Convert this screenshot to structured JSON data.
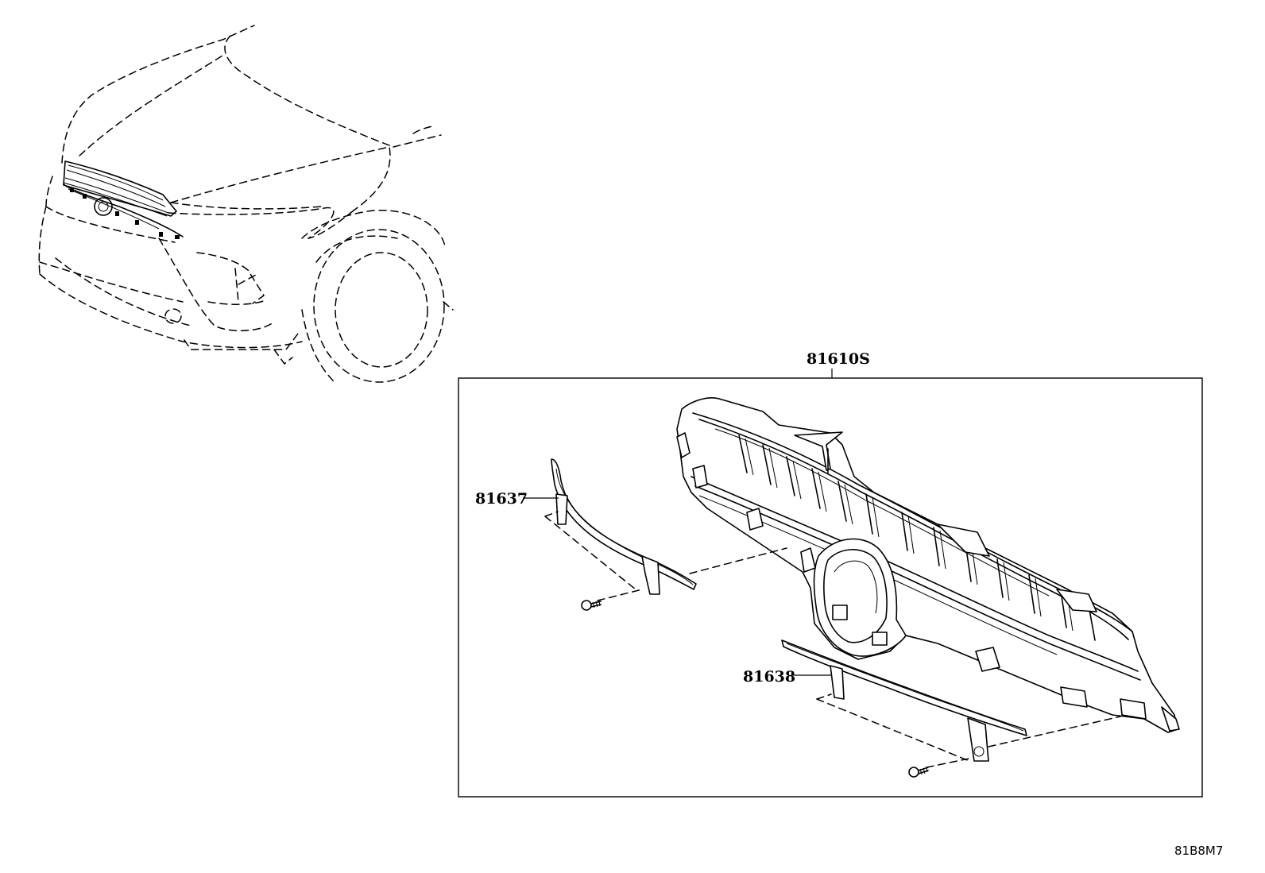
{
  "diagram": {
    "assembly": {
      "part_number": "81610S"
    },
    "parts": [
      {
        "part_number": "81637"
      },
      {
        "part_number": "81638"
      }
    ],
    "diagram_code": "81B8M7"
  }
}
